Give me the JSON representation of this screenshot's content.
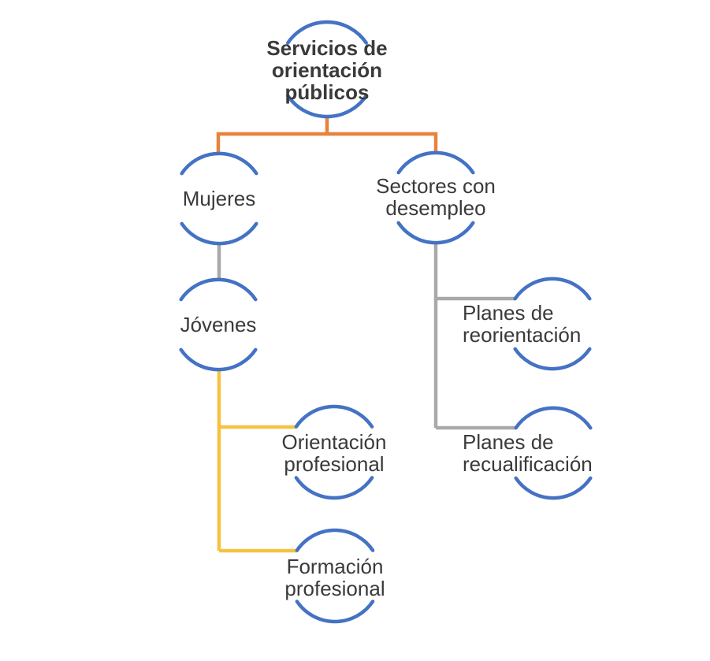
{
  "colors": {
    "arc_blue": "#4472C4",
    "connector_level1": "#E8823C",
    "connector_level2": "#A9A9A9",
    "connector_level3": "#F5C242",
    "text": "#3A3A3A",
    "background": "#FFFFFF"
  },
  "diagram": {
    "type": "hierarchy-org-chart",
    "nodes": {
      "servicios": {
        "label": "Servicios de\norientación\npúblicos",
        "level": 0,
        "parent": null
      },
      "mujeres": {
        "label": "Mujeres",
        "level": 1,
        "parent": "servicios"
      },
      "sectores": {
        "label": "Sectores con\ndesempleo",
        "level": 1,
        "parent": "servicios"
      },
      "jovenes": {
        "label": "Jóvenes",
        "level": 2,
        "parent": "mujeres"
      },
      "orientacion": {
        "label": "Orientación\nprofesional",
        "level": 3,
        "parent": "jovenes"
      },
      "formacion": {
        "label": "Formación\nprofesional",
        "level": 3,
        "parent": "jovenes"
      },
      "reorientacion": {
        "label": "Planes de\nreorientación",
        "level": 2,
        "parent": "sectores"
      },
      "recualificacion": {
        "label": "Planes de\nrecualificación",
        "level": 2,
        "parent": "sectores"
      }
    }
  }
}
